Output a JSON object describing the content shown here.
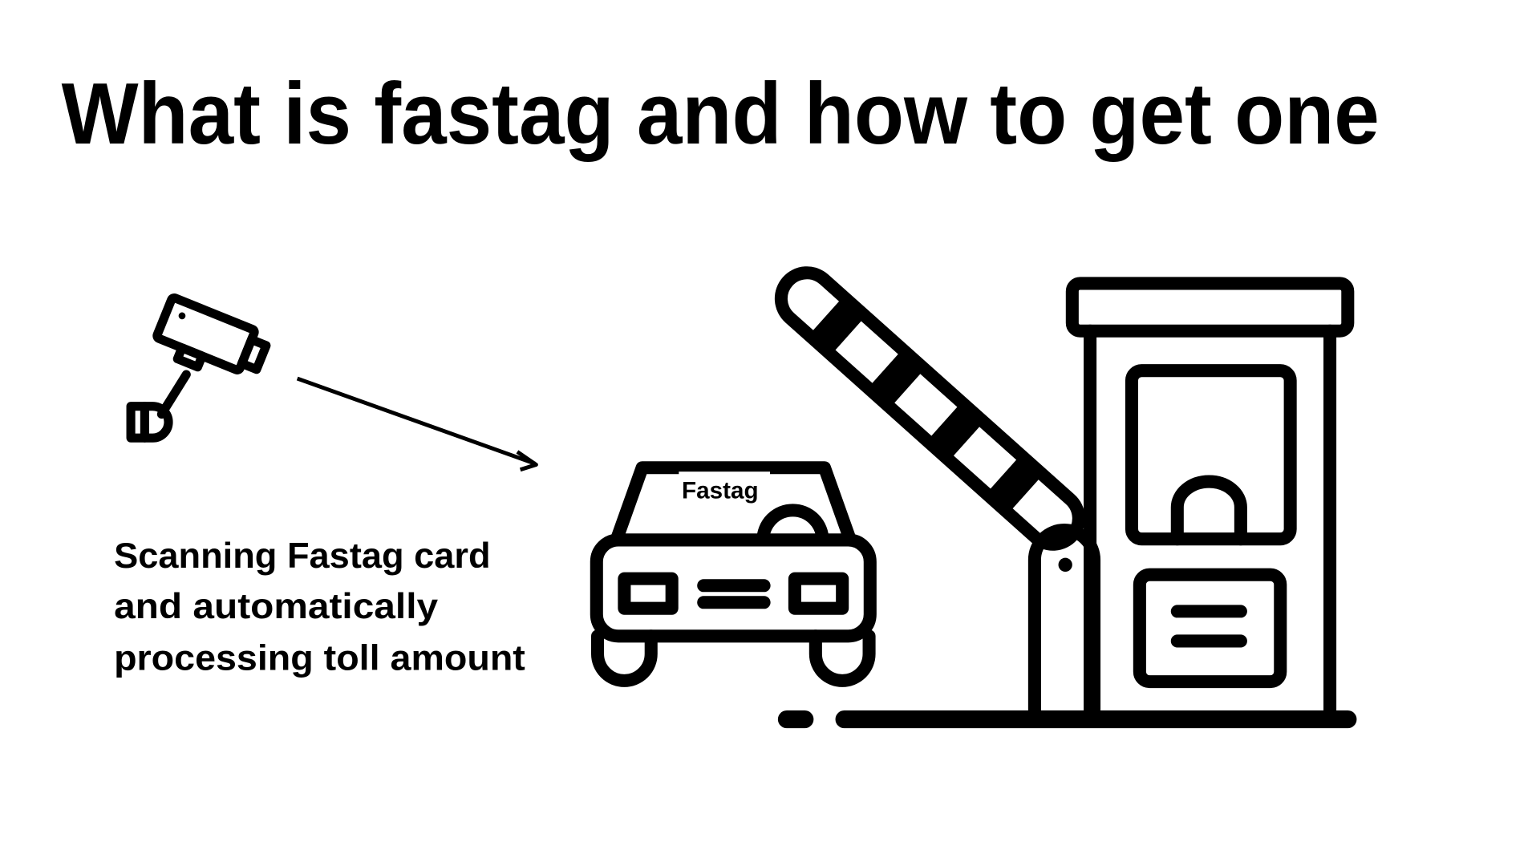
{
  "title": "What is fastag and how to get one",
  "caption": {
    "lines": [
      "Scanning Fastag card",
      "and automatically",
      "processing toll amount"
    ]
  },
  "car_label": "Fastag",
  "colors": {
    "ink": "#000000",
    "background": "#ffffff"
  }
}
